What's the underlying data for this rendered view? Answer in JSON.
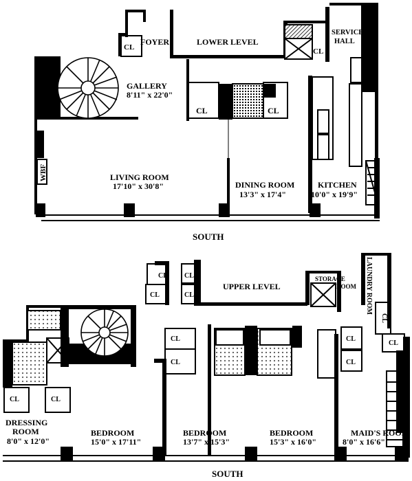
{
  "lower": {
    "level_label": "LOWER LEVEL",
    "foyer": "FOYER",
    "service_hall": [
      "SERVICE",
      "HALL"
    ],
    "closet": "CL",
    "gallery": {
      "name": "GALLERY",
      "dims": "8'11\" x 22'0\""
    },
    "living_room": {
      "name": "LIVING ROOM",
      "dims": "17'10\" x 30'8\""
    },
    "dining_room": {
      "name": "DINING ROOM",
      "dims": "13'3\" x 17'4\""
    },
    "kitchen": {
      "name": "KITCHEN",
      "dims": "10'0\" x 19'9\""
    },
    "fireplace": "WBF",
    "orientation": "SOUTH"
  },
  "upper": {
    "level_label": "UPPER LEVEL",
    "storage_room": [
      "STORAGE",
      "ROOM"
    ],
    "laundry_room": "LAUNDRY ROOM",
    "closet": "CL",
    "dressing_room": {
      "name": [
        "DRESSING",
        "ROOM"
      ],
      "dims": "8'0\" x 12'0\""
    },
    "bedroom_1": {
      "name": "BEDROOM",
      "dims": "15'0\" x 17'11\""
    },
    "bedroom_2": {
      "name": "BEDROOM",
      "dims": "13'7\" x 15'3\""
    },
    "bedroom_3": {
      "name": "BEDROOM",
      "dims": "15'3\" x 16'0\""
    },
    "maids_room": {
      "name": "MAID'S ROOM",
      "dims": "8'0\" x 16'6\""
    },
    "orientation": "SOUTH"
  }
}
